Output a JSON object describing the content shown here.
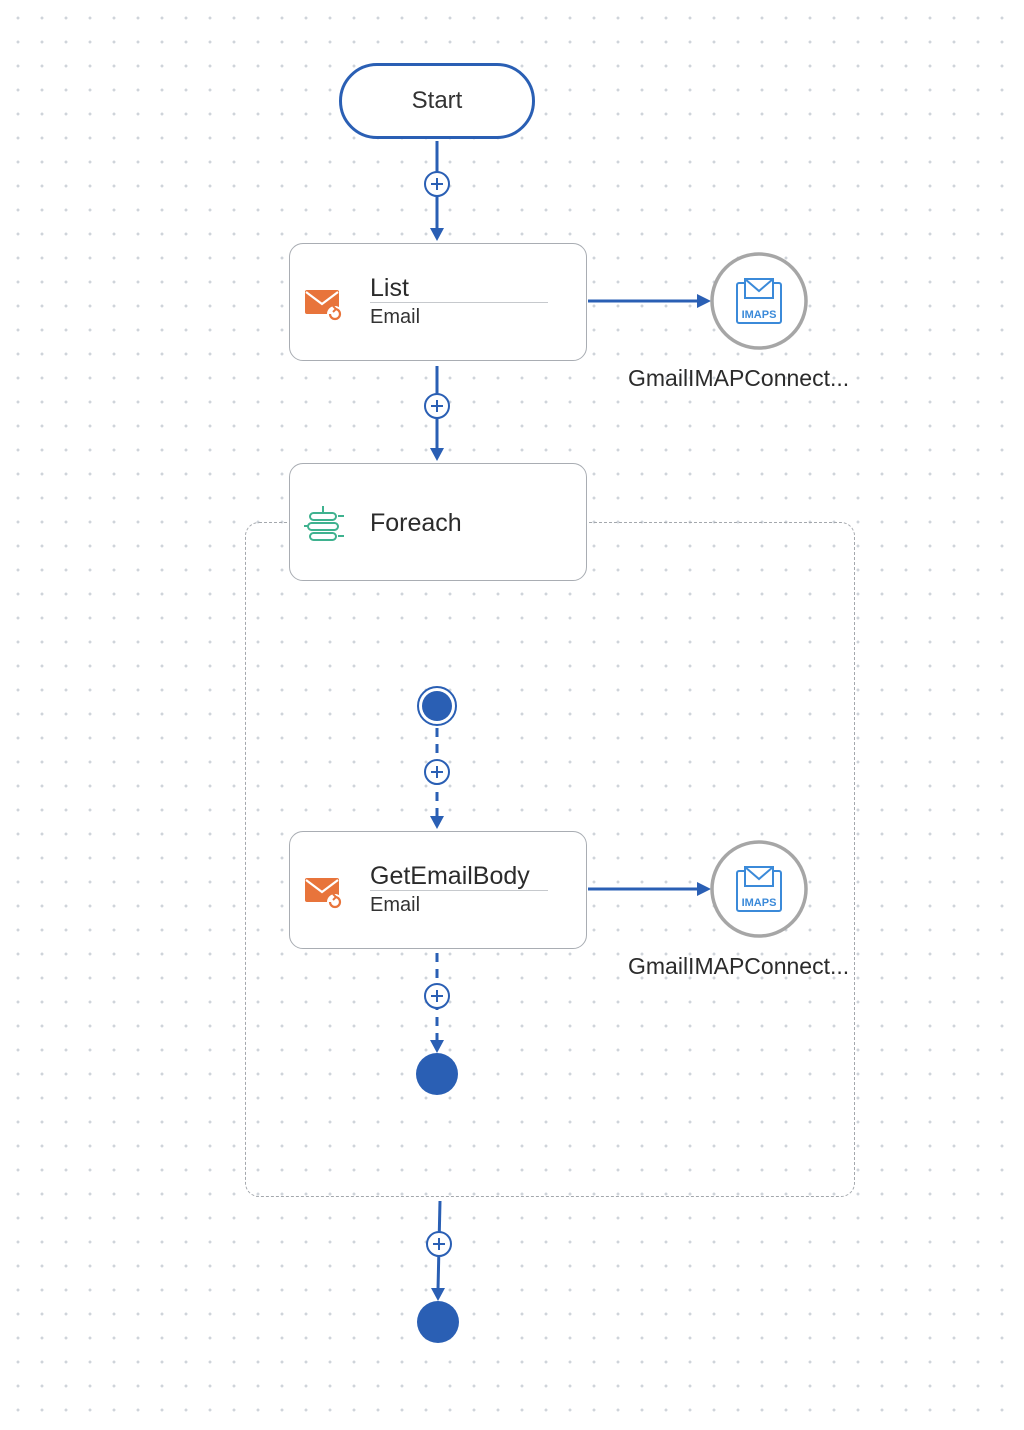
{
  "colors": {
    "flow": "#2a5fb4",
    "email_icon": "#e8743b",
    "foreach_icon": "#3fb28f",
    "connection_ring": "#a6a6a6",
    "imaps_icon": "#3b8ad9"
  },
  "start": {
    "label": "Start"
  },
  "nodes": {
    "list": {
      "title": "List",
      "subtitle": "Email",
      "icon": "email-action-icon"
    },
    "foreach": {
      "title": "Foreach",
      "icon": "foreach-icon"
    },
    "get_email_body": {
      "title": "GetEmailBody",
      "subtitle": "Email",
      "icon": "email-action-icon"
    }
  },
  "connections": {
    "list_connection": {
      "label": "GmailIMAPConnect...",
      "icon": "imaps-icon",
      "icon_text": "IMAPS"
    },
    "body_connection": {
      "label": "GmailIMAPConnect...",
      "icon": "imaps-icon",
      "icon_text": "IMAPS"
    }
  },
  "add_step_buttons": [
    {
      "icon": "plus-icon"
    },
    {
      "icon": "plus-icon"
    },
    {
      "icon": "plus-icon"
    },
    {
      "icon": "plus-icon"
    },
    {
      "icon": "plus-icon"
    }
  ]
}
